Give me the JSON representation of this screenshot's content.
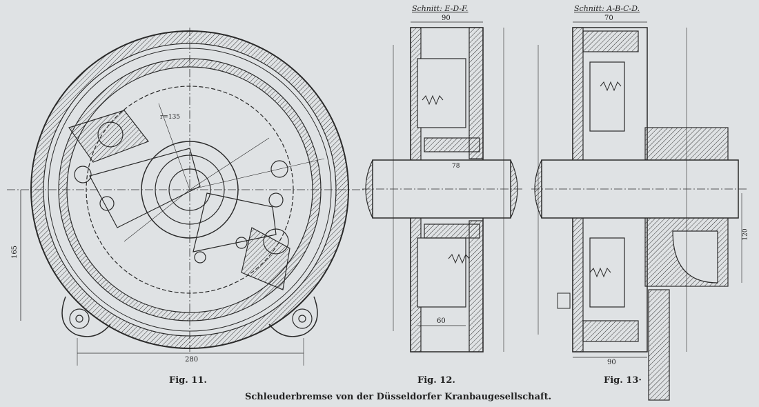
{
  "figures": {
    "fig11": {
      "label": "Fig. 11.",
      "dims": {
        "bottom_width": "280",
        "left_height": "165",
        "radius": "r=135"
      }
    },
    "fig12": {
      "label": "Fig. 12.",
      "section_title": "Schnitt: E-D-F.",
      "dims": {
        "top_width": "90",
        "bottom_width": "60",
        "shaft": "78"
      }
    },
    "fig13": {
      "label": "Fig. 13·",
      "section_title": "Schnitt: A-B-C-D.",
      "dims": {
        "top_width": "70",
        "bottom_width": "90",
        "right_height": "120"
      }
    }
  },
  "caption": "Schleuderbremse von der Düsseldorfer Kranbaugesellschaft.",
  "colors": {
    "paper": "#dfe2e4",
    "ink": "#2a2a2a"
  }
}
